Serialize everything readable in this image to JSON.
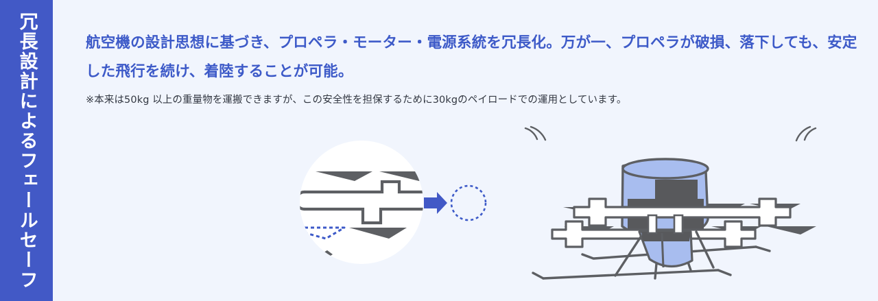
{
  "sidebar": {
    "label": "冗長設計によるフェールセーフ",
    "background_color": "#4259c6",
    "text_color": "#ffffff"
  },
  "page": {
    "background_color": "#f1f5fd"
  },
  "main": {
    "heading": "航空機の設計思想に基づき、プロペラ・モーター・電源系統を冗長化。万が一、プロペラが破損、落下しても、安定した飛行を続け、着陸することが可能。",
    "heading_color": "#3d5ac8",
    "note": "※本来は50kg 以上の重量物を運搬できますが、この安全性を担保するために30kgのペイロードでの運用としています。",
    "note_color": "#333842"
  },
  "illustration": {
    "name": "drone-failsafe-diagram",
    "accent_color": "#4259c6",
    "body_color": "#a8bdef",
    "outline_color": "#5d5f63",
    "dark_part_color": "#58595c",
    "highlight_circle_color": "#ffffff",
    "callout_arrow": "left-arrow",
    "dotted_circle": "broken-propeller-marker",
    "zoom_circle_label": "detail-zoom-circle"
  }
}
